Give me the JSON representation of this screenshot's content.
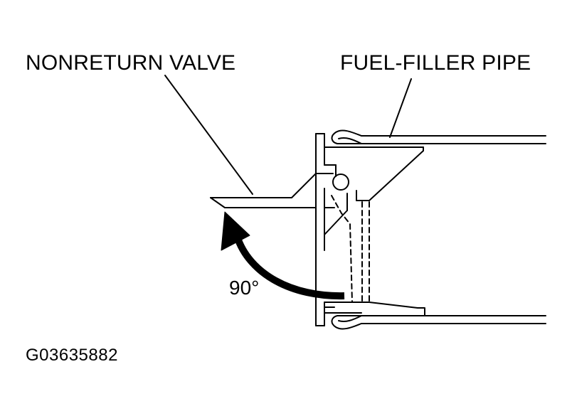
{
  "labels": {
    "nonreturn_valve": "NONRETURN VALVE",
    "fuel_filler_pipe": "FUEL-FILLER PIPE",
    "angle": "90°",
    "figure_code": "G03635882"
  },
  "colors": {
    "line": "#000000",
    "background": "#ffffff"
  }
}
